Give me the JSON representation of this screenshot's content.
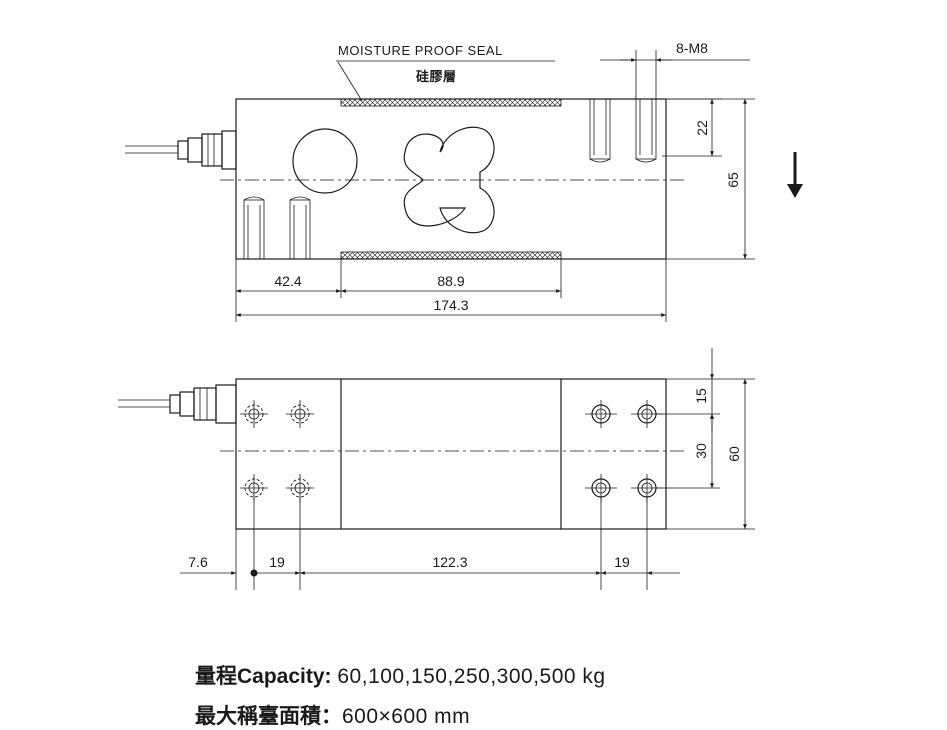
{
  "labels": {
    "seal_en": "MOISTURE PROOF SEAL",
    "seal_cn": "硅膠層",
    "thread": "8-M8"
  },
  "top_view": {
    "dim_height": "65",
    "dim_hole_depth": "22",
    "dim_42_4": "42.4",
    "dim_88_9": "88.9",
    "dim_length": "174.3"
  },
  "bottom_view": {
    "dim_15": "15",
    "dim_30": "30",
    "dim_60": "60",
    "dim_7_6": "7.6",
    "dim_19_left": "19",
    "dim_122_3": "122.3",
    "dim_19_right": "19"
  },
  "specs": {
    "capacity_cn": "量程",
    "capacity_en": "Capacity:",
    "capacity_value": "60,100,150,250,300,500 kg",
    "platform_cn": "最大稱臺面積：",
    "platform_value": "600×600 mm"
  }
}
